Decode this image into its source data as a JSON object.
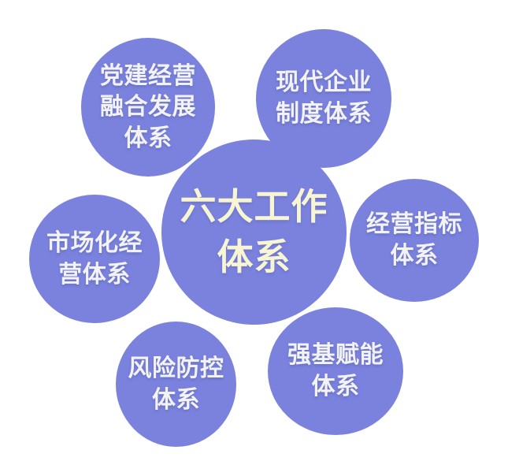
{
  "colors": {
    "circle_fill": "#7A82DE",
    "center_text": "#F8F6D2",
    "satellite_text": "#F3F3F6",
    "background": "#FFFFFF"
  },
  "center_circle": {
    "text": "六大工作\n体系"
  },
  "satellites": [
    {
      "name": "party-building-integration-system",
      "text": "党建经营\n融合发展\n体系"
    },
    {
      "name": "modern-enterprise-institution-system",
      "text": "现代企业\n制度体系"
    },
    {
      "name": "business-indicator-system",
      "text": "经营指标\n体系"
    },
    {
      "name": "foundation-empowerment-system",
      "text": "强基赋能\n体系"
    },
    {
      "name": "risk-prevention-control-system",
      "text": "风险防控\n体系"
    },
    {
      "name": "market-oriented-operation-system",
      "text": "市场化经\n营体系"
    }
  ]
}
